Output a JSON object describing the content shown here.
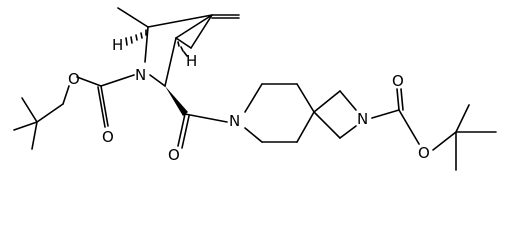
{
  "molecule": {
    "atoms": {
      "n_azabicyclo": "N",
      "n_piperidine": "N",
      "n_azetidine": "N",
      "o_boc_left_ether": "O",
      "o_boc_left_carbonyl": "O",
      "o_amide_carbonyl": "O",
      "o_boc_right_carbonyl": "O",
      "o_boc_right_ether": "O",
      "h_bridgehead_left": "H",
      "h_bridgehead_right": "H"
    }
  }
}
